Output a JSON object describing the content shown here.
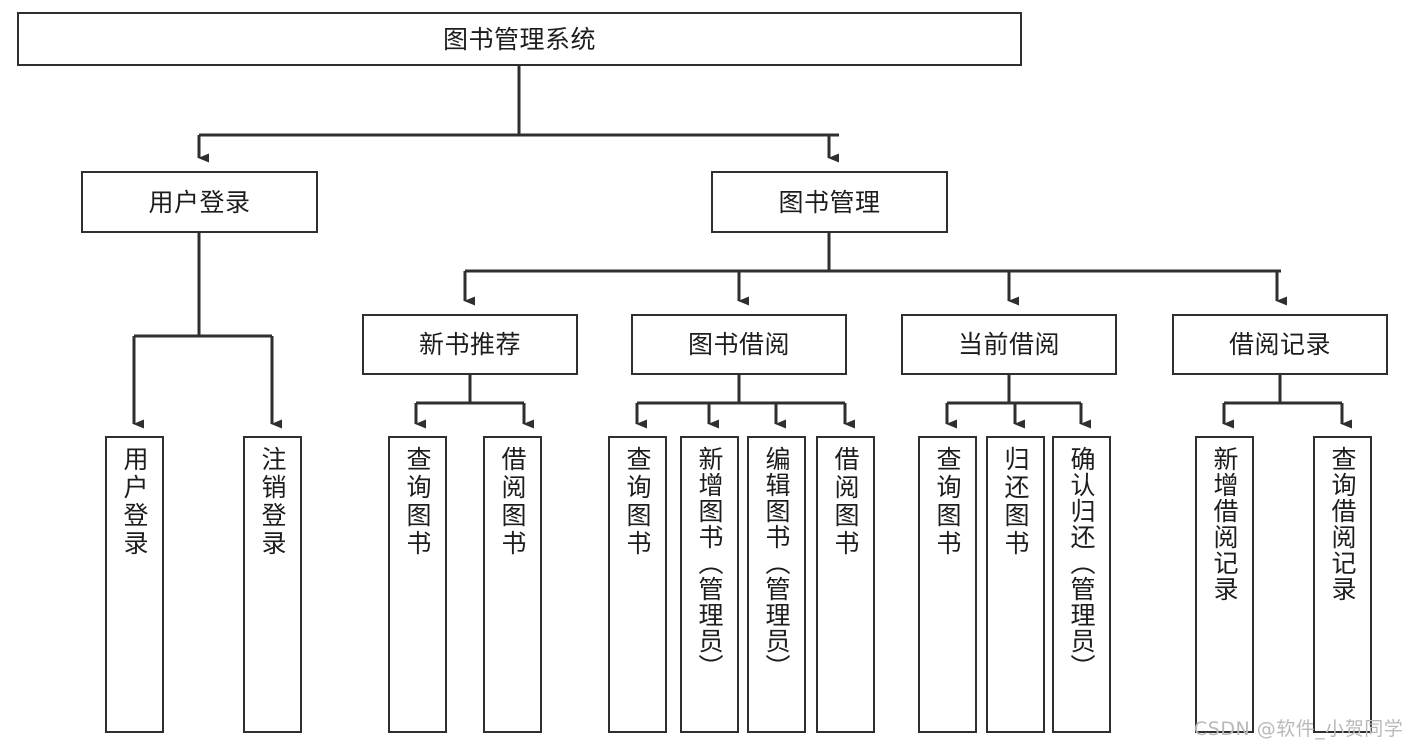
{
  "diagram": {
    "type": "tree-hierarchy-flowchart",
    "title": "图书管理系统",
    "background_color": "#ffffff",
    "box_border_color": "#2f2f2f",
    "edge_color": "#2f2f2f",
    "text_color": "#1d1d1d",
    "levels": {
      "level1": [
        "图书管理系统"
      ],
      "level2": [
        "用户登录",
        "图书管理"
      ],
      "level3": [
        "新书推荐",
        "图书借阅",
        "当前借阅",
        "借阅记录"
      ],
      "level4": [
        "用户登录",
        "注销登录",
        "查询图书",
        "借阅图书",
        "查询图书",
        "新增图书（管理员）",
        "编辑图书（管理员）",
        "借阅图书",
        "查询图书",
        "归还图书",
        "确认归还（管理员）",
        "新增借阅记录",
        "查询借阅记录"
      ]
    },
    "nodes": {
      "root": {
        "label": "图书管理系统"
      },
      "user_login": {
        "label": "用户登录"
      },
      "book_manage": {
        "label": "图书管理"
      },
      "new_book_rec": {
        "label": "新书推荐"
      },
      "book_borrow": {
        "label": "图书借阅"
      },
      "current_borrow": {
        "label": "当前借阅"
      },
      "borrow_record": {
        "label": "借阅记录"
      },
      "leaf_user_login": {
        "label": "用户登录"
      },
      "leaf_logout": {
        "label": "注销登录"
      },
      "leaf_query_book_1": {
        "label": "查询图书"
      },
      "leaf_borrow_book_1": {
        "label": "借阅图书"
      },
      "leaf_query_book_2": {
        "label": "查询图书"
      },
      "leaf_add_book": {
        "label": "新增图书（管理员）"
      },
      "leaf_edit_book": {
        "label": "编辑图书（管理员）"
      },
      "leaf_borrow_book_2": {
        "label": "借阅图书"
      },
      "leaf_query_book_3": {
        "label": "查询图书"
      },
      "leaf_return_book": {
        "label": "归还图书"
      },
      "leaf_confirm_return": {
        "label": "确认归还（管理员）"
      },
      "leaf_add_record": {
        "label": "新增借阅记录"
      },
      "leaf_query_record": {
        "label": "查询借阅记录"
      }
    },
    "edges": [
      {
        "from": "root",
        "to": "user_login"
      },
      {
        "from": "root",
        "to": "book_manage"
      },
      {
        "from": "user_login",
        "to": "leaf_user_login"
      },
      {
        "from": "user_login",
        "to": "leaf_logout"
      },
      {
        "from": "book_manage",
        "to": "new_book_rec"
      },
      {
        "from": "book_manage",
        "to": "book_borrow"
      },
      {
        "from": "book_manage",
        "to": "current_borrow"
      },
      {
        "from": "book_manage",
        "to": "borrow_record"
      },
      {
        "from": "new_book_rec",
        "to": "leaf_query_book_1"
      },
      {
        "from": "new_book_rec",
        "to": "leaf_borrow_book_1"
      },
      {
        "from": "book_borrow",
        "to": "leaf_query_book_2"
      },
      {
        "from": "book_borrow",
        "to": "leaf_add_book"
      },
      {
        "from": "book_borrow",
        "to": "leaf_edit_book"
      },
      {
        "from": "book_borrow",
        "to": "leaf_borrow_book_2"
      },
      {
        "from": "current_borrow",
        "to": "leaf_query_book_3"
      },
      {
        "from": "current_borrow",
        "to": "leaf_return_book"
      },
      {
        "from": "current_borrow",
        "to": "leaf_confirm_return"
      },
      {
        "from": "borrow_record",
        "to": "leaf_add_record"
      },
      {
        "from": "borrow_record",
        "to": "leaf_query_record"
      }
    ]
  },
  "watermark": {
    "text": "CSDN @软件_小贺同学"
  }
}
